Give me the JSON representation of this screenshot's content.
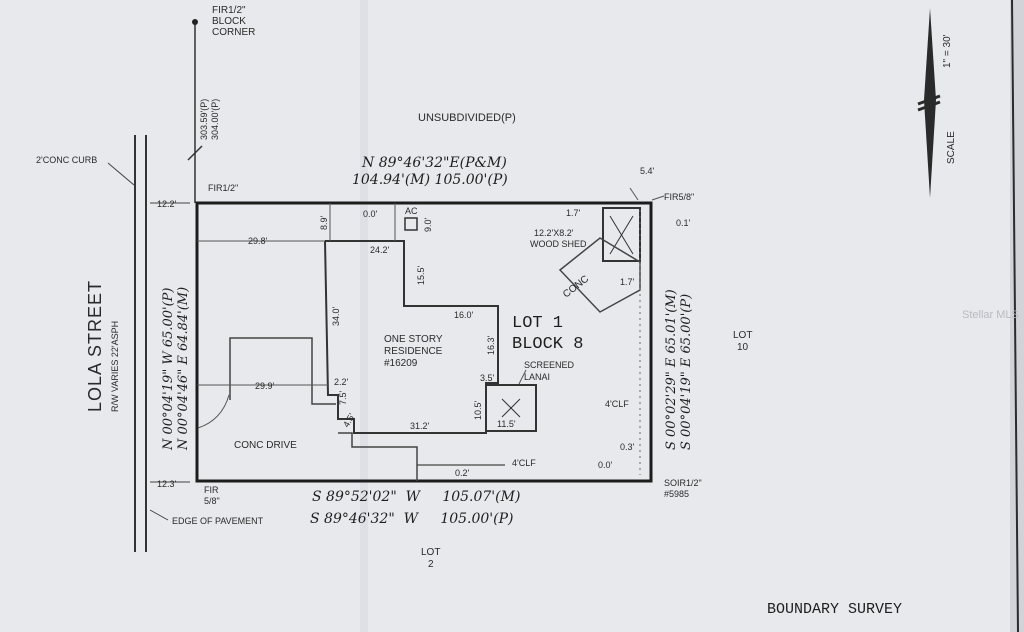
{
  "watermark": "Stellar MLS",
  "title": "BOUNDARY SURVEY",
  "scale": {
    "label": "SCALE",
    "ratio": "1\" = 30'"
  },
  "street": {
    "name": "LOLA STREET",
    "row": "R/W VARIES 22'ASPH"
  },
  "labels": {
    "unsubdivided": "UNSUBDIVIDED(P)",
    "block_corner_1": "FIR1/2\"",
    "block_corner_2": "BLOCK",
    "block_corner_3": "CORNER",
    "dist_m": "303.59'(P)",
    "dist_p": "304.00'(P)",
    "curb": "2'CONC CURB",
    "fir_nw": "FIR1/2\"",
    "fir_ne": "FIR5/8\"",
    "fir_sw_1": "FIR",
    "fir_sw_2": "5/8\"",
    "soir_1": "SOIR1/2\"",
    "soir_2": "#5985",
    "edge_pavement": "EDGE OF PAVEMENT",
    "lot1_a": "LOT 1",
    "lot1_b": "BLOCK 8",
    "lot10_a": "LOT",
    "lot10_b": "10",
    "lot2_a": "LOT",
    "lot2_b": "2",
    "residence_1": "ONE STORY",
    "residence_2": "RESIDENCE",
    "residence_3": "#16209",
    "lanai_1": "SCREENED",
    "lanai_2": "LANAI",
    "shed_1": "12.2'X8.2'",
    "shed_2": "WOOD SHED",
    "conc": "CONC",
    "conc_drive": "CONC DRIVE",
    "ac": "AC",
    "clf_east": "4'CLF",
    "clf_south": "4'CLF"
  },
  "bearings": {
    "north_1": "N 89°46'32\"E(P&M)",
    "north_2": "104.94'(M)  105.00'(P)",
    "south_1": "S 89°52'02\"  W     105.07'(M)",
    "south_2": "S 89°46'32\"  W     105.00'(P)",
    "west_1": "N 00°04'19\" W  65.00'(P)",
    "west_2": "N 00°04'46\" E  64.84'(M)",
    "east_1": "S 00°02'29\" E  65.01'(M)",
    "east_2": "S 00°04'19\" E  65.00'(P)"
  },
  "dims": {
    "d12_2_top": "12.2'",
    "d12_2_bot": "12.3'",
    "d5_4": "5.4'",
    "d0_1": "0.1'",
    "d29_8": "29.8'",
    "d8_9": "8.9'",
    "d0_0": "0.0'",
    "d9_0": "9.0'",
    "d24_2": "24.2'",
    "d15_5": "15.5'",
    "d34_0": "34.0'",
    "d16_0": "16.0'",
    "d16_3": "16.3'",
    "d29_9": "29.9'",
    "d2_2": "2.2'",
    "d7_5": "7.5'",
    "d4_5": "4.5'",
    "d3_5": "3.5'",
    "d10_5": "10.5'",
    "d11_5": "11.5'",
    "d31_2": "31.2'",
    "d0_2": "0.2'",
    "d0_3": "0.3'",
    "d0_0b": "0.0'",
    "d1_7a": "1.7'",
    "d1_7b": "1.7'"
  }
}
